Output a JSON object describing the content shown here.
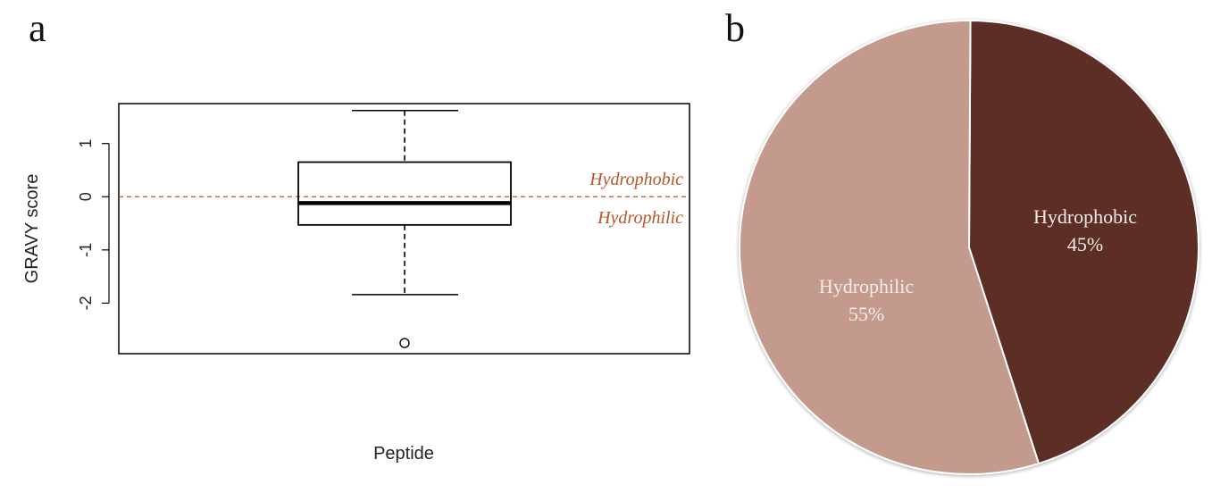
{
  "panels": {
    "a": "a",
    "b": "b"
  },
  "colors": {
    "annotation": "#b5562a",
    "hydrophilic": "#c49a8c",
    "hydrophobic": "#5b2e26",
    "pie_text": "#f4ece8"
  },
  "chart_data": [
    {
      "type": "box",
      "xlabel": "Peptide",
      "ylabel": "GRAVY score",
      "ylim": [
        -2.95,
        1.75
      ],
      "yticks": [
        1,
        0,
        -1,
        -2
      ],
      "ytick_labels": [
        "1",
        "0",
        "-1",
        "-2"
      ],
      "box": {
        "whisker_high": 1.62,
        "q3": 0.65,
        "median": -0.12,
        "q1": -0.53,
        "whisker_low": -1.84,
        "outliers": [
          -2.75
        ]
      },
      "reference_line": 0,
      "annotations": {
        "above": "Hydrophobic",
        "below": "Hydrophilic"
      }
    },
    {
      "type": "pie",
      "slices": [
        {
          "label": "Hydrophobic",
          "value": 45,
          "pct_label": "45%"
        },
        {
          "label": "Hydrophilic",
          "value": 55,
          "pct_label": "55%"
        }
      ]
    }
  ]
}
